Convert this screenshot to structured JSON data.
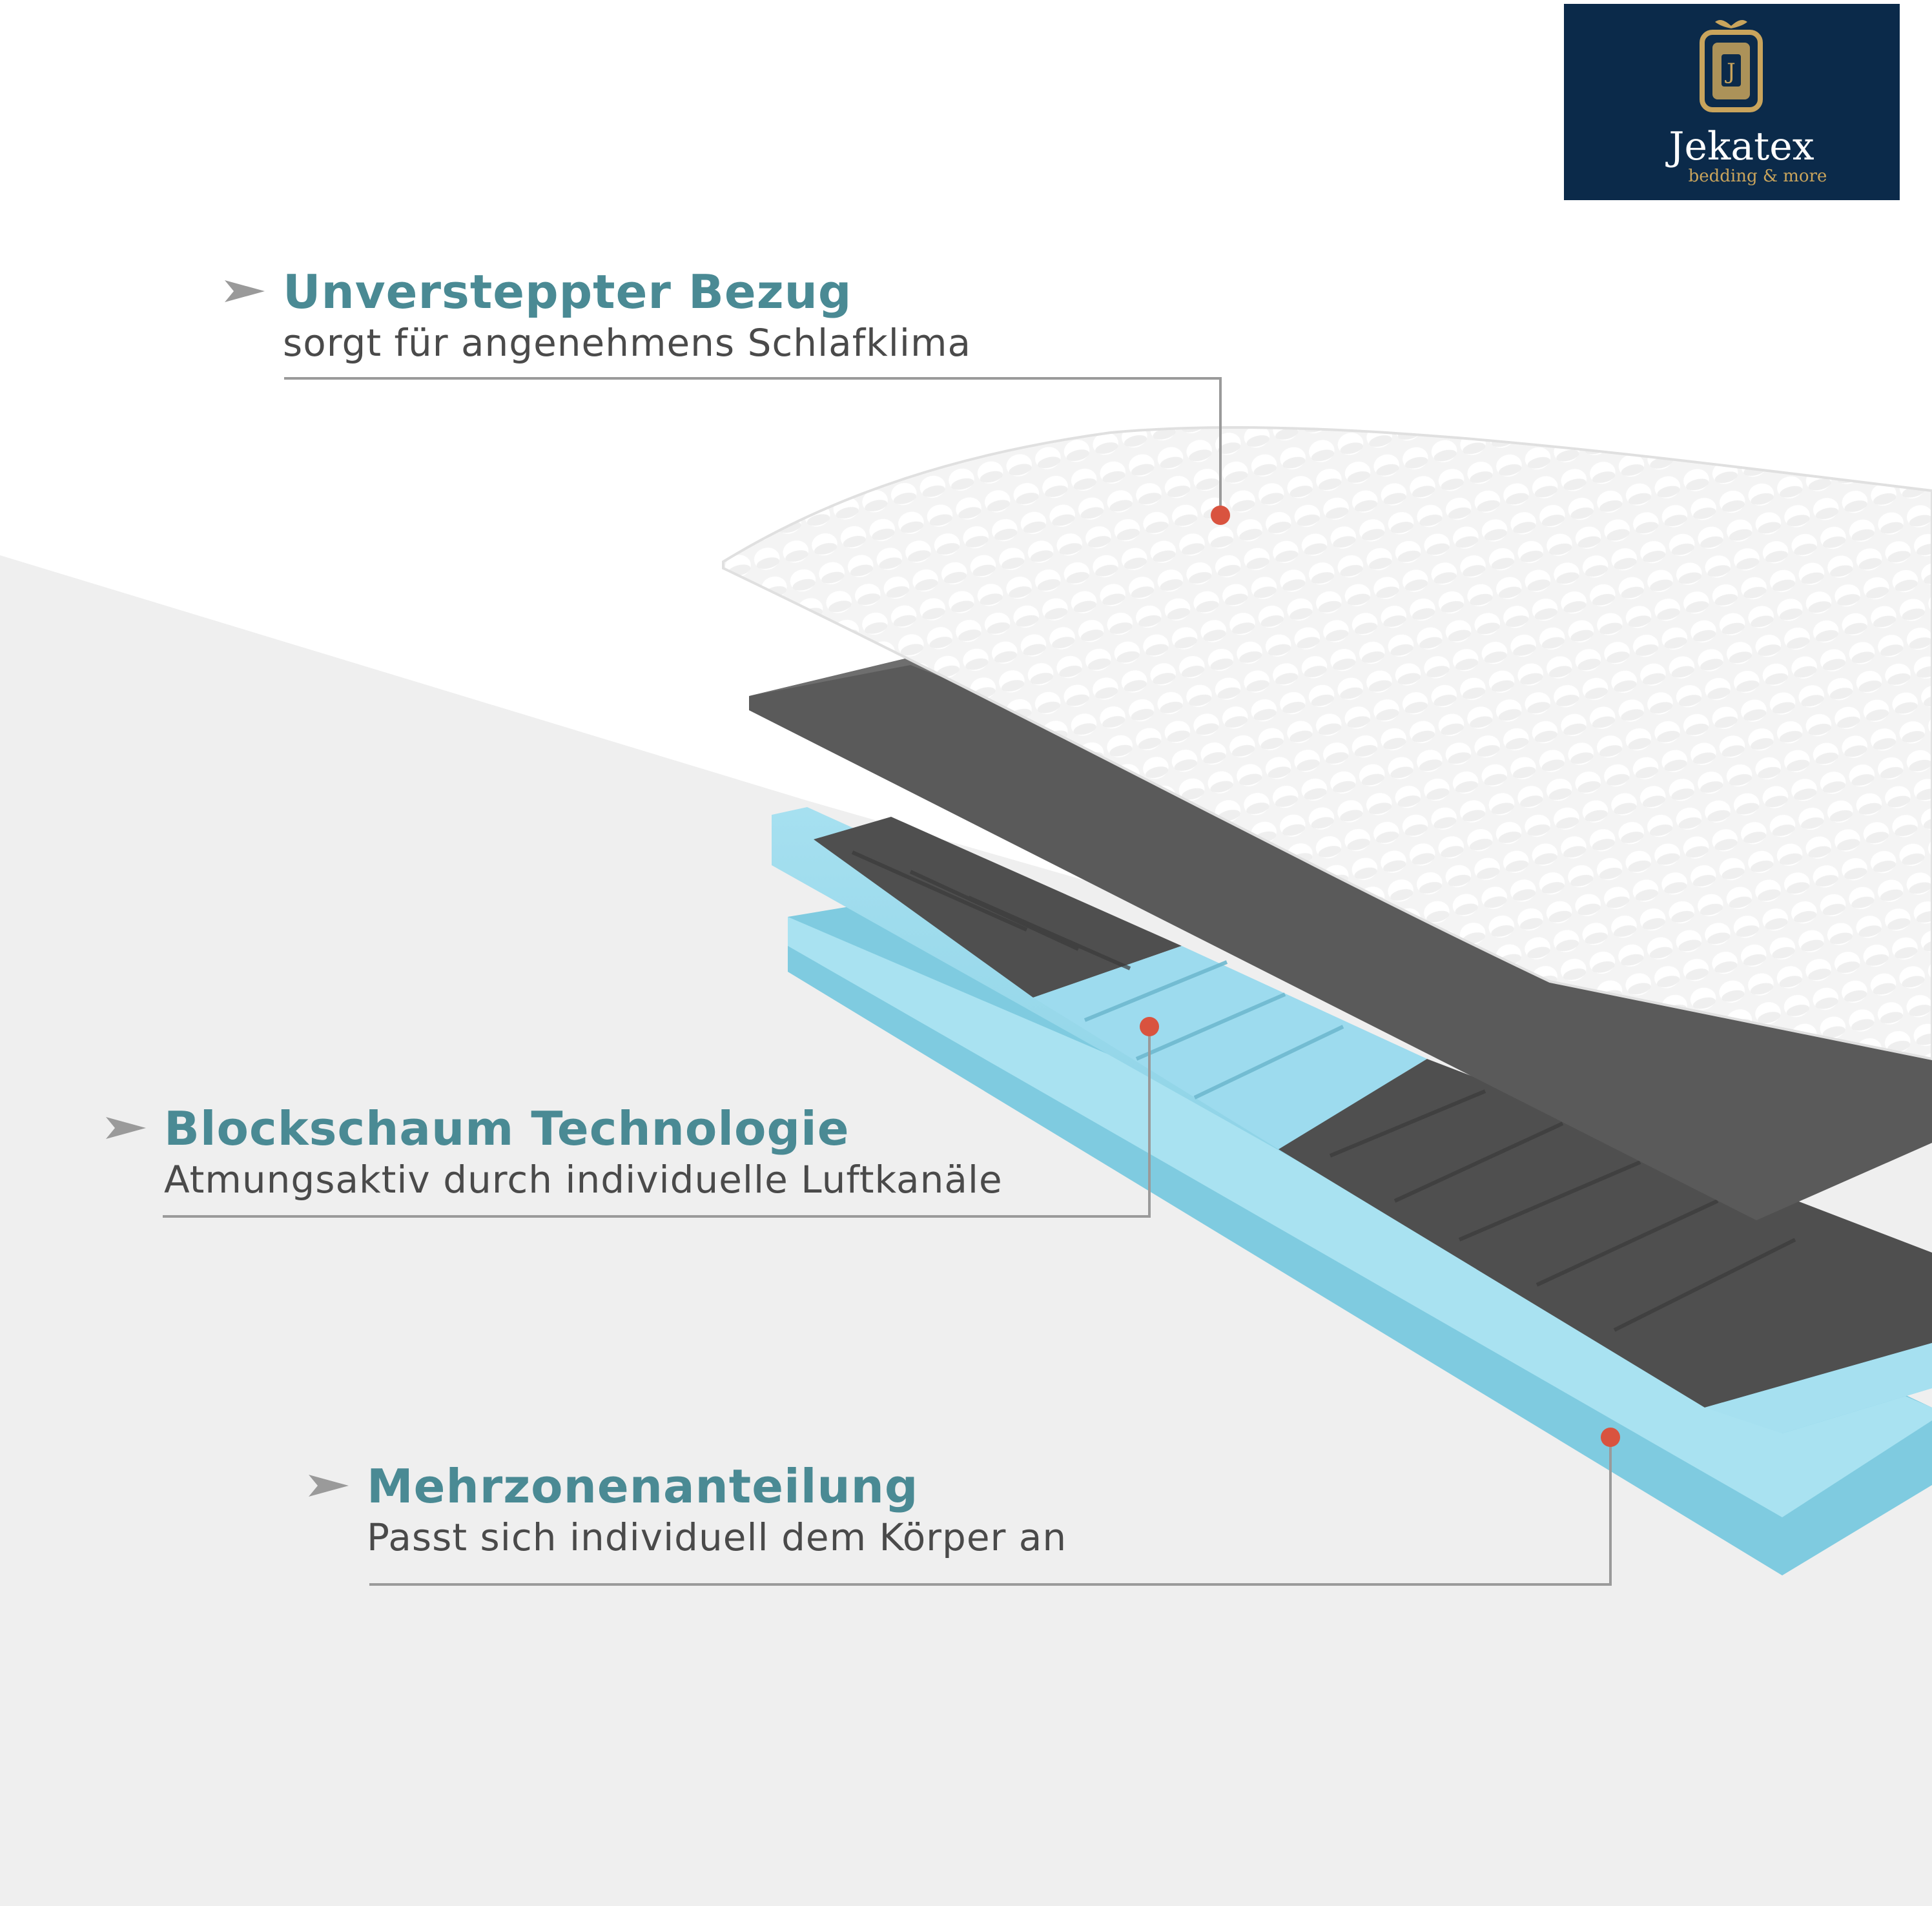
{
  "brand": {
    "name": "Jekatex",
    "tagline": "bedding & more",
    "background_color": "#0b2a4a",
    "accent_color": "#c9a45c"
  },
  "features": [
    {
      "title": "Unversteppter Bezug",
      "subtitle": "sorgt für angenehmens Schlafklima"
    },
    {
      "title": "Blockschaum Technologie",
      "subtitle": "Atmungsaktiv durch individuelle Luftkanäle"
    },
    {
      "title": "Mehrzonenanteilung",
      "subtitle": "Passt sich individuell dem Körper an"
    }
  ],
  "colors": {
    "title": "#4a8a94",
    "subtitle": "#4a4a4a",
    "marker": "#d9533f",
    "leader_line": "#9a9a9a",
    "foam_blue": "#8fd3e6",
    "foam_grey": "#555555"
  },
  "icons": {
    "bullet": "arrow-icon",
    "marker": "dot-marker"
  }
}
